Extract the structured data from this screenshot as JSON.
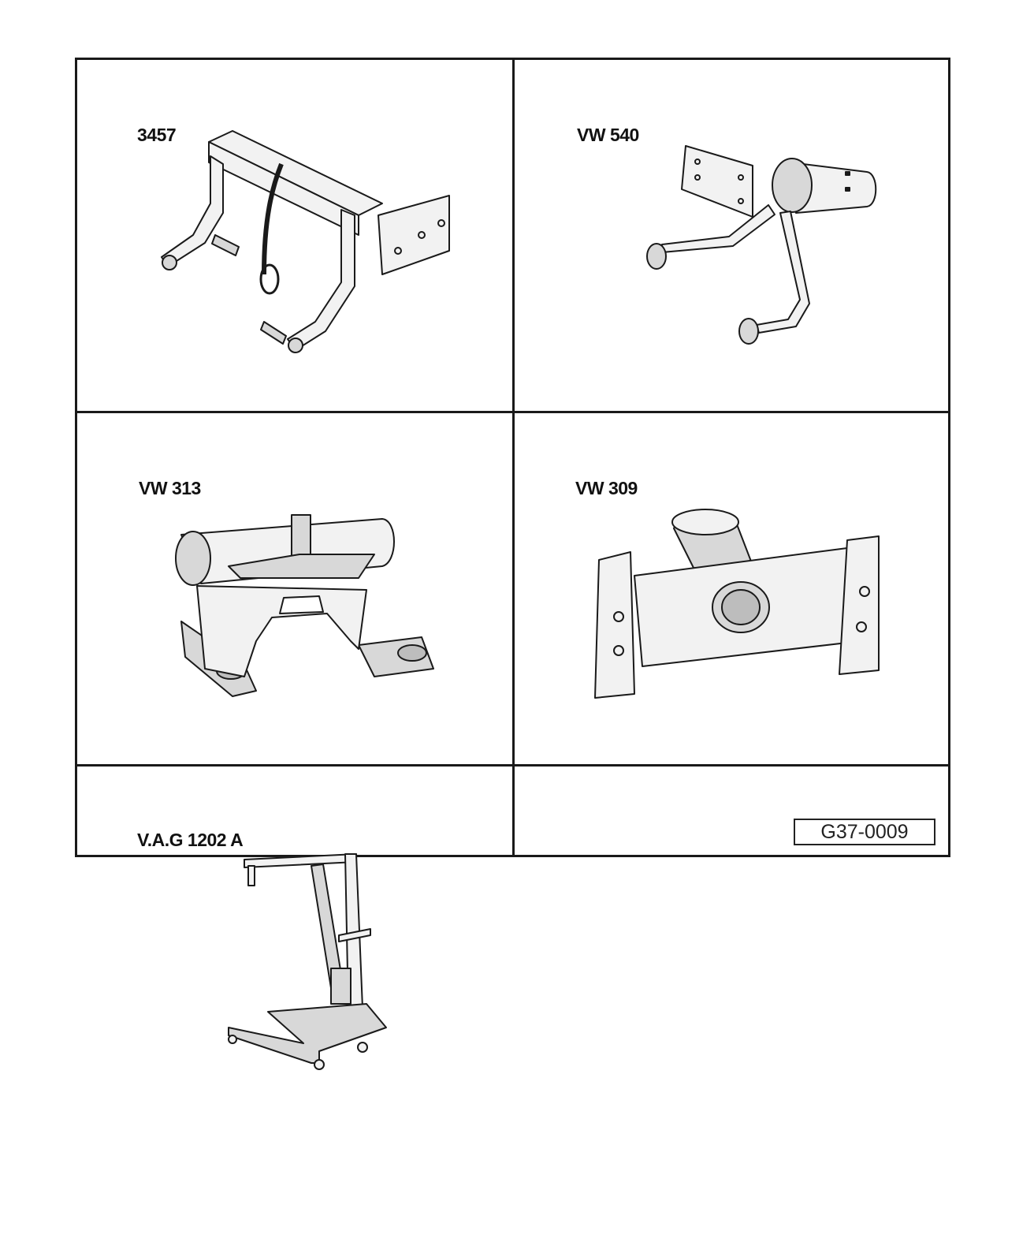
{
  "tools": [
    {
      "id": "3457",
      "label": "3457"
    },
    {
      "id": "vw540",
      "label": "VW 540"
    },
    {
      "id": "vw313",
      "label": "VW 313"
    },
    {
      "id": "vw309",
      "label": "VW 309"
    },
    {
      "id": "vag1202a",
      "label": "V.A.G 1202 A"
    }
  ],
  "figure_code": "G37-0009",
  "colors": {
    "line": "#1a1a1a",
    "fill_light": "#f2f2f2",
    "fill_mid": "#d8d8d8",
    "fill_dark": "#bdbdbd"
  }
}
